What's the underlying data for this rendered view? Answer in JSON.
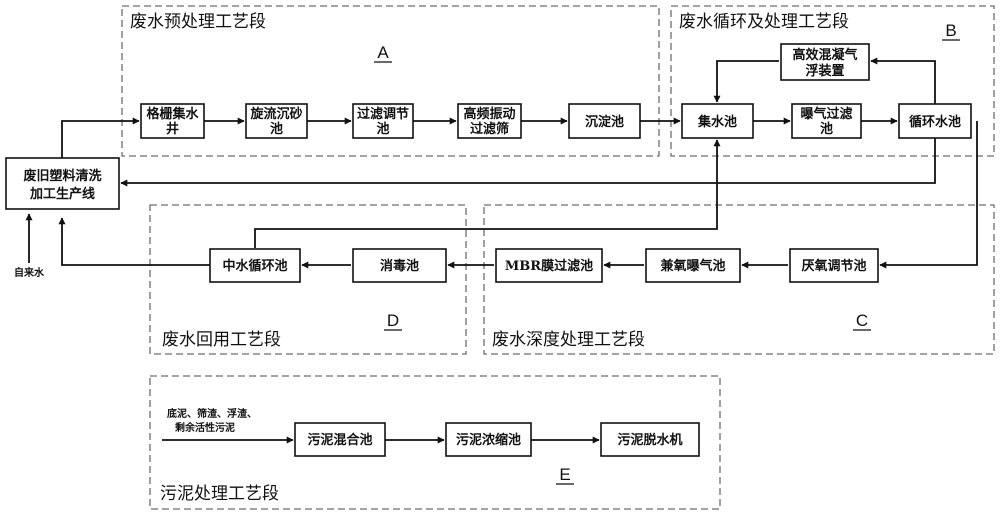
{
  "stages": {
    "A": {
      "title": "废水预处理工艺段",
      "letter": "A"
    },
    "B": {
      "title": "废水循环及处理工艺段",
      "letter": "B"
    },
    "C": {
      "title": "废水深度处理工艺段",
      "letter": "C"
    },
    "D": {
      "title": "废水回用工艺段",
      "letter": "D"
    },
    "E": {
      "title": "污泥处理工艺段",
      "letter": "E"
    }
  },
  "nodes": {
    "grid_well": [
      "格栅集水",
      "井"
    ],
    "swirl_grit": [
      "旋流沉砂",
      "池"
    ],
    "filter_adjust": [
      "过滤调节",
      "池"
    ],
    "vibrating_screen": [
      "高频振动",
      "过滤筛"
    ],
    "sedimentation": [
      "沉淀池"
    ],
    "collection": [
      "集水池"
    ],
    "aeration_filter": [
      "曝气过滤",
      "池"
    ],
    "circulation": [
      "循环水池"
    ],
    "air_flotation": [
      "高效混凝气",
      "浮装置"
    ],
    "anaerobic": [
      "厌氧调节池"
    ],
    "facultative": [
      "兼氧曝气池"
    ],
    "mbr": [
      "MBR膜过滤池"
    ],
    "disinfection": [
      "消毒池"
    ],
    "reclaimed": [
      "中水循环池"
    ],
    "plastic_line": [
      "废旧塑料清洗",
      "加工生产线"
    ],
    "sludge_mix": [
      "污泥混合池"
    ],
    "sludge_thicken": [
      "污泥浓缩池"
    ],
    "sludge_dewater": [
      "污泥脱水机"
    ]
  },
  "labels": {
    "tap_water": "自来水",
    "sludge_input": [
      "底泥、筛渣、浮渣、",
      "剩余活性污泥"
    ]
  }
}
